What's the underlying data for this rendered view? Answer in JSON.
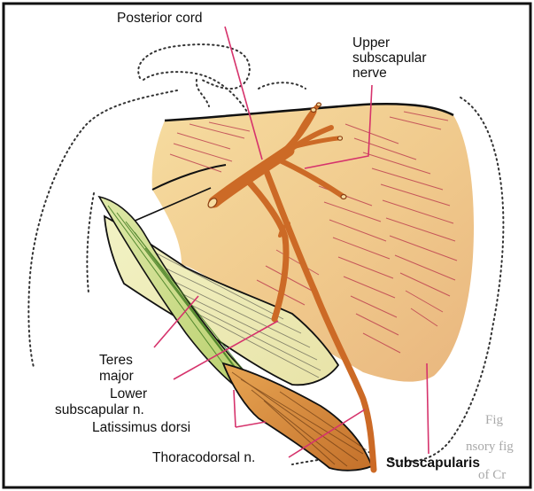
{
  "diagram": {
    "labels": {
      "posterior_cord": "Posterior cord",
      "upper_subscapular_line1": "Upper",
      "upper_subscapular_line2": "subscapular",
      "upper_subscapular_line3": "nerve",
      "teres_major_line1": "Teres",
      "teres_major_line2": "major",
      "lower_subscapular_line1": "Lower",
      "lower_subscapular_line2": "subscapular n.",
      "latissimus_dorsi": "Latissimus dorsi",
      "thoracodorsal": "Thoracodorsal n.",
      "subscapularis": "Subscapularis"
    },
    "bleed_through_text": {
      "line1": "Fig",
      "line2": "nsory fig",
      "line3": "of Cr"
    },
    "colors": {
      "frame": "#111111",
      "muscle_subscapularis": "#f2cc8a",
      "muscle_teres": "#eef0b8",
      "muscle_latissimus": "#d98a3a",
      "nerve": "#cc6a26",
      "fiber_lines": "#b8324a",
      "leader_lines": "#d6336c",
      "outline_dotted": "#333333"
    }
  }
}
